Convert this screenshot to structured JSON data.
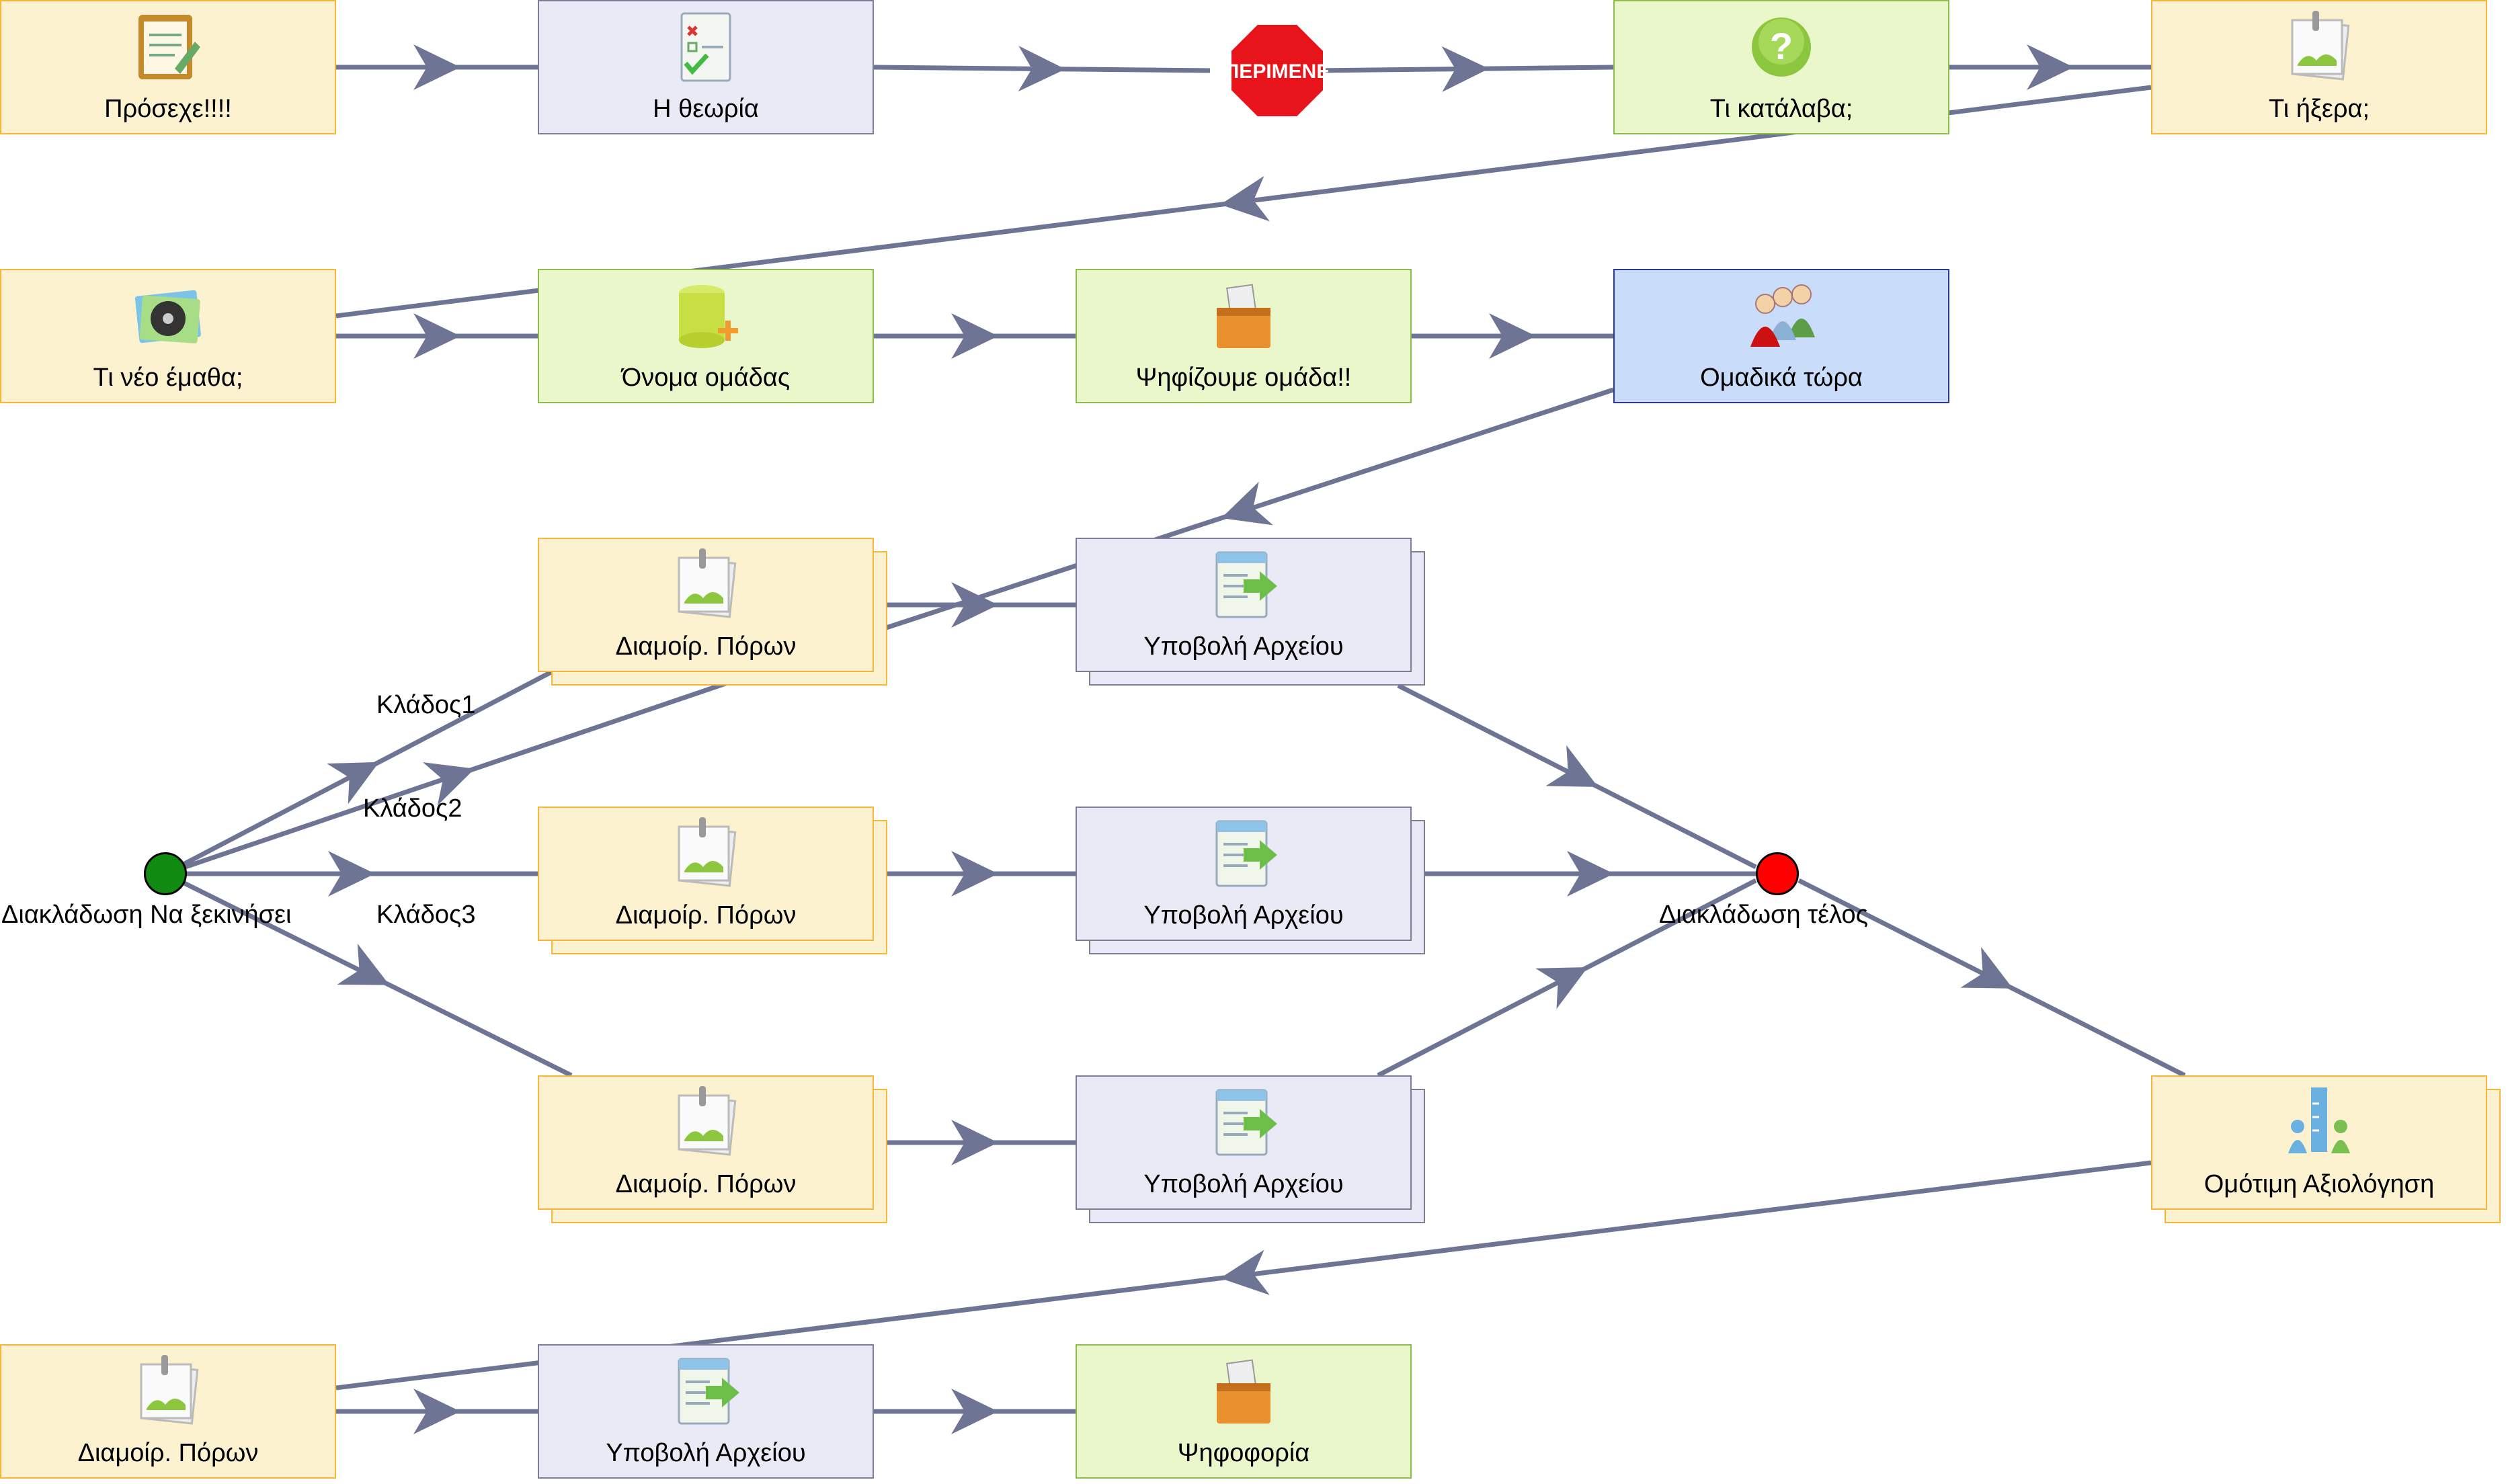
{
  "colors": {
    "edge": "#6e7493",
    "yellow_fill": "#fdf2d0",
    "yellow_border": "#f5b63a",
    "lav_fill": "#eaeaf6",
    "lav_border": "#7b7e95",
    "green_fill": "#eaf7cb",
    "green_border": "#8cc04a",
    "blue_fill": "#c9dcfa",
    "blue_border": "#2b3a8f",
    "start_circle": "#118a11",
    "end_circle": "#ff0000",
    "stop_red": "#e8141b"
  },
  "nodes": [
    {
      "id": "n1",
      "label": "Πρόσεχε!!!!",
      "style": "yellow",
      "icon": "notepad-icon"
    },
    {
      "id": "n2",
      "label": "Η θεωρία",
      "style": "lavender",
      "icon": "checklist-document-icon"
    },
    {
      "id": "n3",
      "label": "ΠΕΡΙΜΕΝΕ",
      "style": "stop",
      "icon": "stop-sign-icon"
    },
    {
      "id": "n4",
      "label": "Τι κατάλαβα;",
      "style": "green",
      "icon": "question-icon"
    },
    {
      "id": "n5",
      "label": "Τι ήξερα;",
      "style": "yellow",
      "icon": "pinned-photo-icon"
    },
    {
      "id": "n6",
      "label": "Τι νέο έμαθα;",
      "style": "yellow",
      "icon": "media-disc-icon"
    },
    {
      "id": "n7",
      "label": "Όνομα ομάδας",
      "style": "green",
      "icon": "database-add-icon"
    },
    {
      "id": "n8",
      "label": "Ψηφίζουμε ομάδα!!",
      "style": "green",
      "icon": "ballot-box-icon"
    },
    {
      "id": "n9",
      "label": "Ομαδικά τώρα",
      "style": "blue",
      "icon": "group-users-icon"
    },
    {
      "id": "n10",
      "label": "Διαμοίρ. Πόρων",
      "style": "yellow",
      "icon": "pinned-photo-icon",
      "stacked": true
    },
    {
      "id": "n11",
      "label": "Υποβολή Αρχείου",
      "style": "lavender",
      "icon": "file-upload-icon",
      "stacked": true
    },
    {
      "id": "n12",
      "label": "Διαμοίρ. Πόρων",
      "style": "yellow",
      "icon": "pinned-photo-icon",
      "stacked": true
    },
    {
      "id": "n13",
      "label": "Υποβολή Αρχείου",
      "style": "lavender",
      "icon": "file-upload-icon",
      "stacked": true
    },
    {
      "id": "n14",
      "label": "Διαμοίρ. Πόρων",
      "style": "yellow",
      "icon": "pinned-photo-icon",
      "stacked": true
    },
    {
      "id": "n15",
      "label": "Υποβολή Αρχείου",
      "style": "lavender",
      "icon": "file-upload-icon",
      "stacked": true
    },
    {
      "id": "n16",
      "label": "Ομότιμη Αξιολόγηση",
      "style": "yellow",
      "icon": "peer-review-icon",
      "stacked": true
    },
    {
      "id": "n17",
      "label": "Διαμοίρ. Πόρων",
      "style": "yellow",
      "icon": "pinned-photo-icon"
    },
    {
      "id": "n18",
      "label": "Υποβολή Αρχείου",
      "style": "lavender",
      "icon": "file-upload-icon"
    },
    {
      "id": "n19",
      "label": "Ψηφοφορία",
      "style": "green",
      "icon": "ballot-box-icon"
    }
  ],
  "branch_start": {
    "label": "Διακλάδωση Να ξεκινήσει"
  },
  "branch_end": {
    "label": "Διακλάδωση τέλος"
  },
  "branch_labels": [
    "Κλάδος1",
    "Κλάδος2",
    "Κλάδος3"
  ]
}
